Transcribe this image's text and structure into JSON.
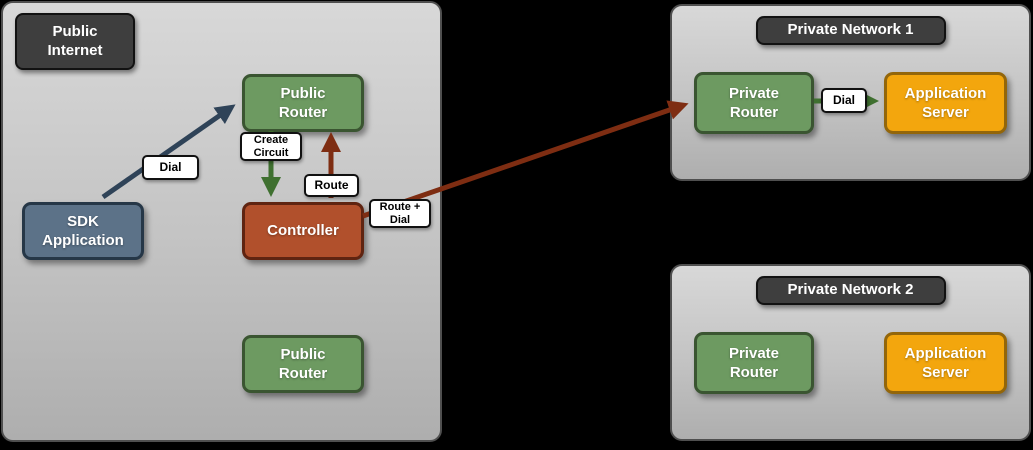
{
  "colors": {
    "background": "#000000",
    "panel_border": "#4f4f4f",
    "badge_bg": "#3e3e3e",
    "node_green": "#6d9a61",
    "node_blue": "#5c7288",
    "node_red": "#b1502c",
    "node_orange": "#f3a60d",
    "arrow_blue": "#2f4358",
    "arrow_green": "#3f7030",
    "arrow_red": "#7e2d12",
    "chip_bg": "#ffffff"
  },
  "public_internet": {
    "title": "Public\nInternet",
    "nodes": {
      "public_router_top": "Public\nRouter",
      "sdk_application": "SDK\nApplication",
      "controller": "Controller",
      "public_router_bottom": "Public\nRouter"
    },
    "labels": {
      "dial": "Dial",
      "create_circuit": "Create\nCircuit",
      "route": "Route",
      "route_dial": "Route +\nDial"
    }
  },
  "private_network_1": {
    "title": "Private Network 1",
    "nodes": {
      "private_router": "Private\nRouter",
      "application_server": "Application\nServer"
    },
    "labels": {
      "dial": "Dial"
    }
  },
  "private_network_2": {
    "title": "Private Network 2",
    "nodes": {
      "private_router": "Private\nRouter",
      "application_server": "Application\nServer"
    }
  }
}
